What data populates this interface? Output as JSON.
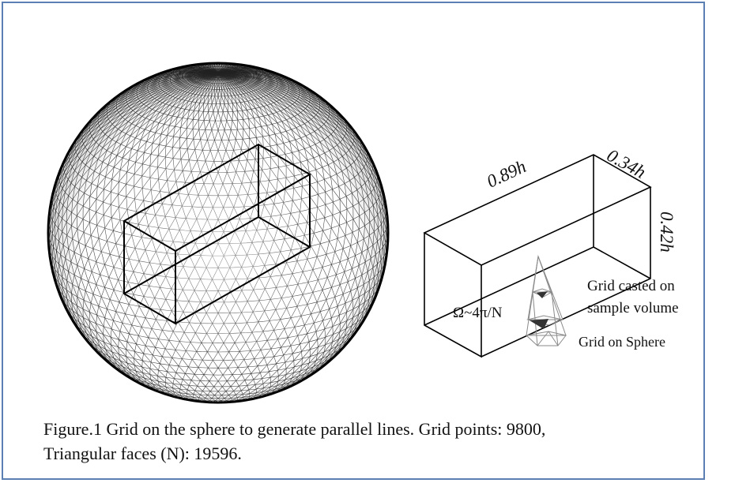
{
  "figure": {
    "dimensions": {
      "length": "0.89h",
      "width": "0.34h",
      "height": "0.42h"
    },
    "labels": {
      "solid_angle": "Ω~4π/N",
      "grid_casted": "Grid casted on sample volume",
      "grid_casted_line1": "Grid casted on",
      "grid_casted_line2": "sample volume",
      "grid_on_sphere": "Grid on Sphere"
    },
    "caption": {
      "line1": "Figure.1 Grid on the sphere to generate parallel lines. Grid points: 9800,",
      "line2": "Triangular faces (N): 19596."
    },
    "colors": {
      "frame": "#5b7fb3",
      "mesh": "#1a1a1a",
      "box": "#000000",
      "cone": "#888888"
    }
  }
}
